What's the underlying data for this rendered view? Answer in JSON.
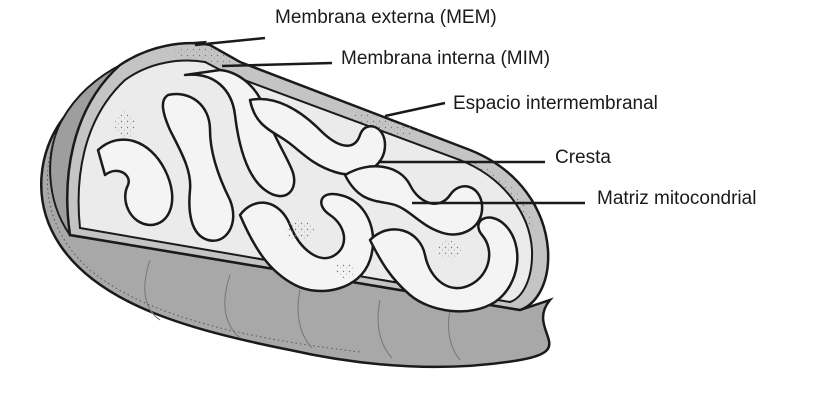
{
  "labels": {
    "outer_membrane": "Membrana externa (MEM)",
    "inner_membrane": "Membrana interna (MIM)",
    "intermembrane_space": "Espacio intermembranal",
    "crista": "Cresta",
    "matrix": "Matriz mitocondrial"
  },
  "colors": {
    "outline": "#1a1a1a",
    "outer_shell": "#a9a9a9",
    "shell_shade": "#8e8e8e",
    "interior": "#e9e9e9",
    "membrane_band": "#bdbdbd",
    "stipple": "#8a8a8a",
    "background": "#ffffff"
  }
}
